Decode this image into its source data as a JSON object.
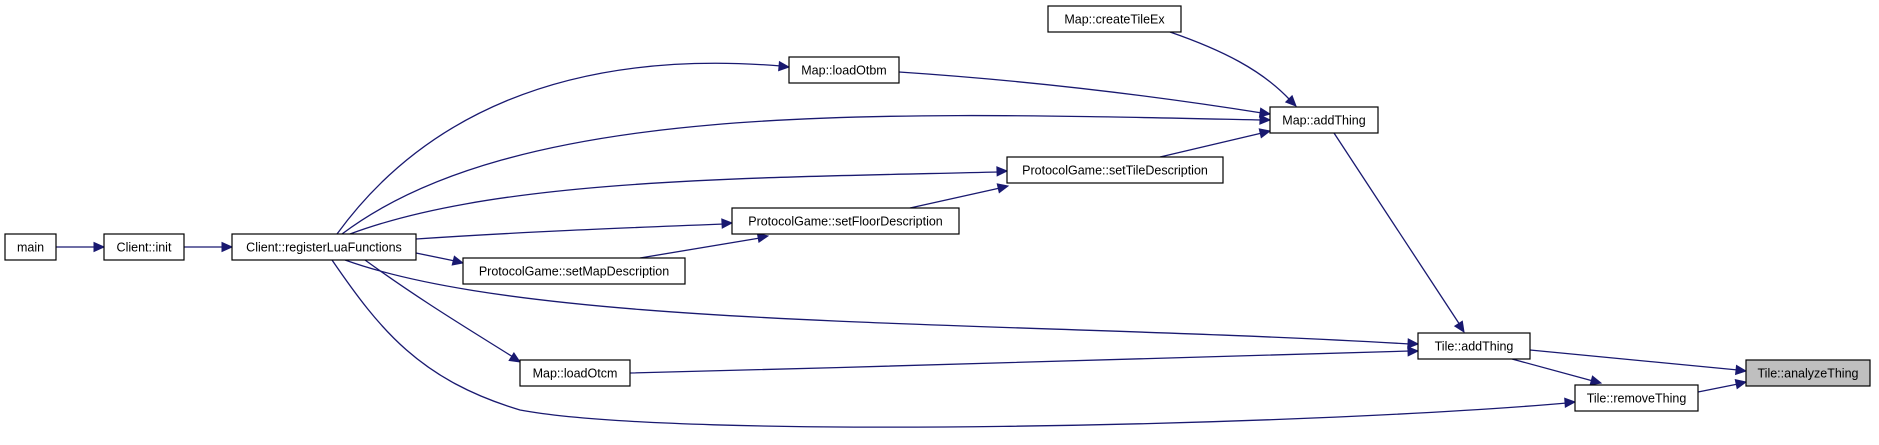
{
  "diagram": {
    "nodes": [
      {
        "id": "main",
        "label": "main"
      },
      {
        "id": "client_init",
        "label": "Client::init"
      },
      {
        "id": "register_lua",
        "label": "Client::registerLuaFunctions"
      },
      {
        "id": "load_otbm",
        "label": "Map::loadOtbm"
      },
      {
        "id": "create_tile_ex",
        "label": "Map::createTileEx"
      },
      {
        "id": "map_add_thing",
        "label": "Map::addThing"
      },
      {
        "id": "set_tile_desc",
        "label": "ProtocolGame::setTileDescription"
      },
      {
        "id": "set_floor_desc",
        "label": "ProtocolGame::setFloorDescription"
      },
      {
        "id": "set_map_desc",
        "label": "ProtocolGame::setMapDescription"
      },
      {
        "id": "tile_add_thing",
        "label": "Tile::addThing"
      },
      {
        "id": "load_otcm",
        "label": "Map::loadOtcm"
      },
      {
        "id": "tile_remove_thing",
        "label": "Tile::removeThing"
      },
      {
        "id": "tile_analyze_thing",
        "label": "Tile::analyzeThing",
        "highlighted": true
      }
    ],
    "edges": [
      {
        "from": "main",
        "to": "client_init"
      },
      {
        "from": "client_init",
        "to": "register_lua"
      },
      {
        "from": "register_lua",
        "to": "load_otbm"
      },
      {
        "from": "register_lua",
        "to": "map_add_thing"
      },
      {
        "from": "register_lua",
        "to": "set_tile_desc"
      },
      {
        "from": "register_lua",
        "to": "set_floor_desc"
      },
      {
        "from": "register_lua",
        "to": "set_map_desc"
      },
      {
        "from": "register_lua",
        "to": "tile_add_thing"
      },
      {
        "from": "register_lua",
        "to": "load_otcm"
      },
      {
        "from": "register_lua",
        "to": "tile_remove_thing"
      },
      {
        "from": "load_otbm",
        "to": "map_add_thing"
      },
      {
        "from": "create_tile_ex",
        "to": "map_add_thing"
      },
      {
        "from": "set_tile_desc",
        "to": "map_add_thing"
      },
      {
        "from": "set_floor_desc",
        "to": "set_tile_desc"
      },
      {
        "from": "set_map_desc",
        "to": "set_floor_desc"
      },
      {
        "from": "map_add_thing",
        "to": "tile_add_thing"
      },
      {
        "from": "load_otcm",
        "to": "tile_add_thing"
      },
      {
        "from": "tile_add_thing",
        "to": "tile_analyze_thing"
      },
      {
        "from": "tile_add_thing",
        "to": "tile_remove_thing"
      },
      {
        "from": "tile_remove_thing",
        "to": "tile_analyze_thing"
      }
    ],
    "colors": {
      "edge": "#191970",
      "node_border": "#000000",
      "node_fill": "#ffffff",
      "highlight_fill": "#bfbfbf"
    }
  }
}
